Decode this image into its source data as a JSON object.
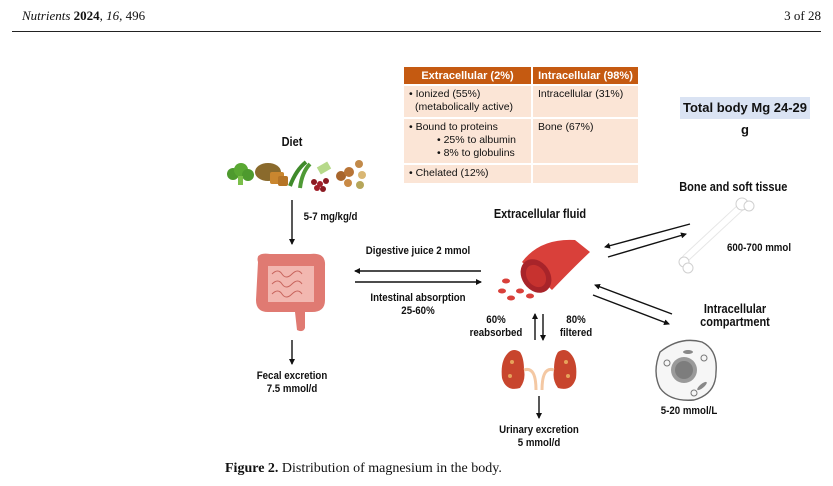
{
  "header": {
    "journal": "Nutrients",
    "year": "2024",
    "volume": "16",
    "article": "496",
    "separator": ", ",
    "page": "3 of 28"
  },
  "table": {
    "headers": [
      "Extracellular (2%)",
      "Intracellular (98%)"
    ],
    "rows": [
      {
        "extracellular": [
          "• Ionized (55%)",
          "(metabolically active)"
        ],
        "intracellular": "Intracellular (31%)"
      },
      {
        "extracellular": [
          "• Bound to proteins",
          "•   25% to albumin",
          "•   8% to globulins"
        ],
        "intracellular": "Bone (67%)"
      },
      {
        "extracellular": [
          "• Chelated (12%)"
        ],
        "intracellular": ""
      }
    ],
    "header_color": "#c55a11",
    "cell_color": "#fbe5d6"
  },
  "total": {
    "label": "Total body Mg 24-29 g",
    "color": "#dae3f3"
  },
  "diagram": {
    "diet": {
      "title": "Diet",
      "intake": "5-7 mg/kg/d"
    },
    "fecal": {
      "line1": "Fecal excretion",
      "line2": "7.5 mmol/d"
    },
    "digestive_juice": "Digestive juice 2 mmol",
    "absorption": {
      "line1": "Intestinal absorption",
      "line2": "25-60%"
    },
    "extracellular_fluid": "Extracellular fluid",
    "reabsorbed": {
      "line1": "60%",
      "line2": "reabsorbed"
    },
    "filtered": {
      "line1": "80%",
      "line2": "filtered"
    },
    "urinary": {
      "line1": "Urinary excretion",
      "line2": "5 mmol/d"
    },
    "bone": {
      "title": "Bone and soft tissue",
      "amount": "600-700 mmol"
    },
    "intracellular": {
      "line1": "Intracellular",
      "line2": "compartment",
      "amount": "5-20 mmol/L"
    }
  },
  "caption": {
    "label": "Figure 2.",
    "text": " Distribution of magnesium in the body."
  }
}
